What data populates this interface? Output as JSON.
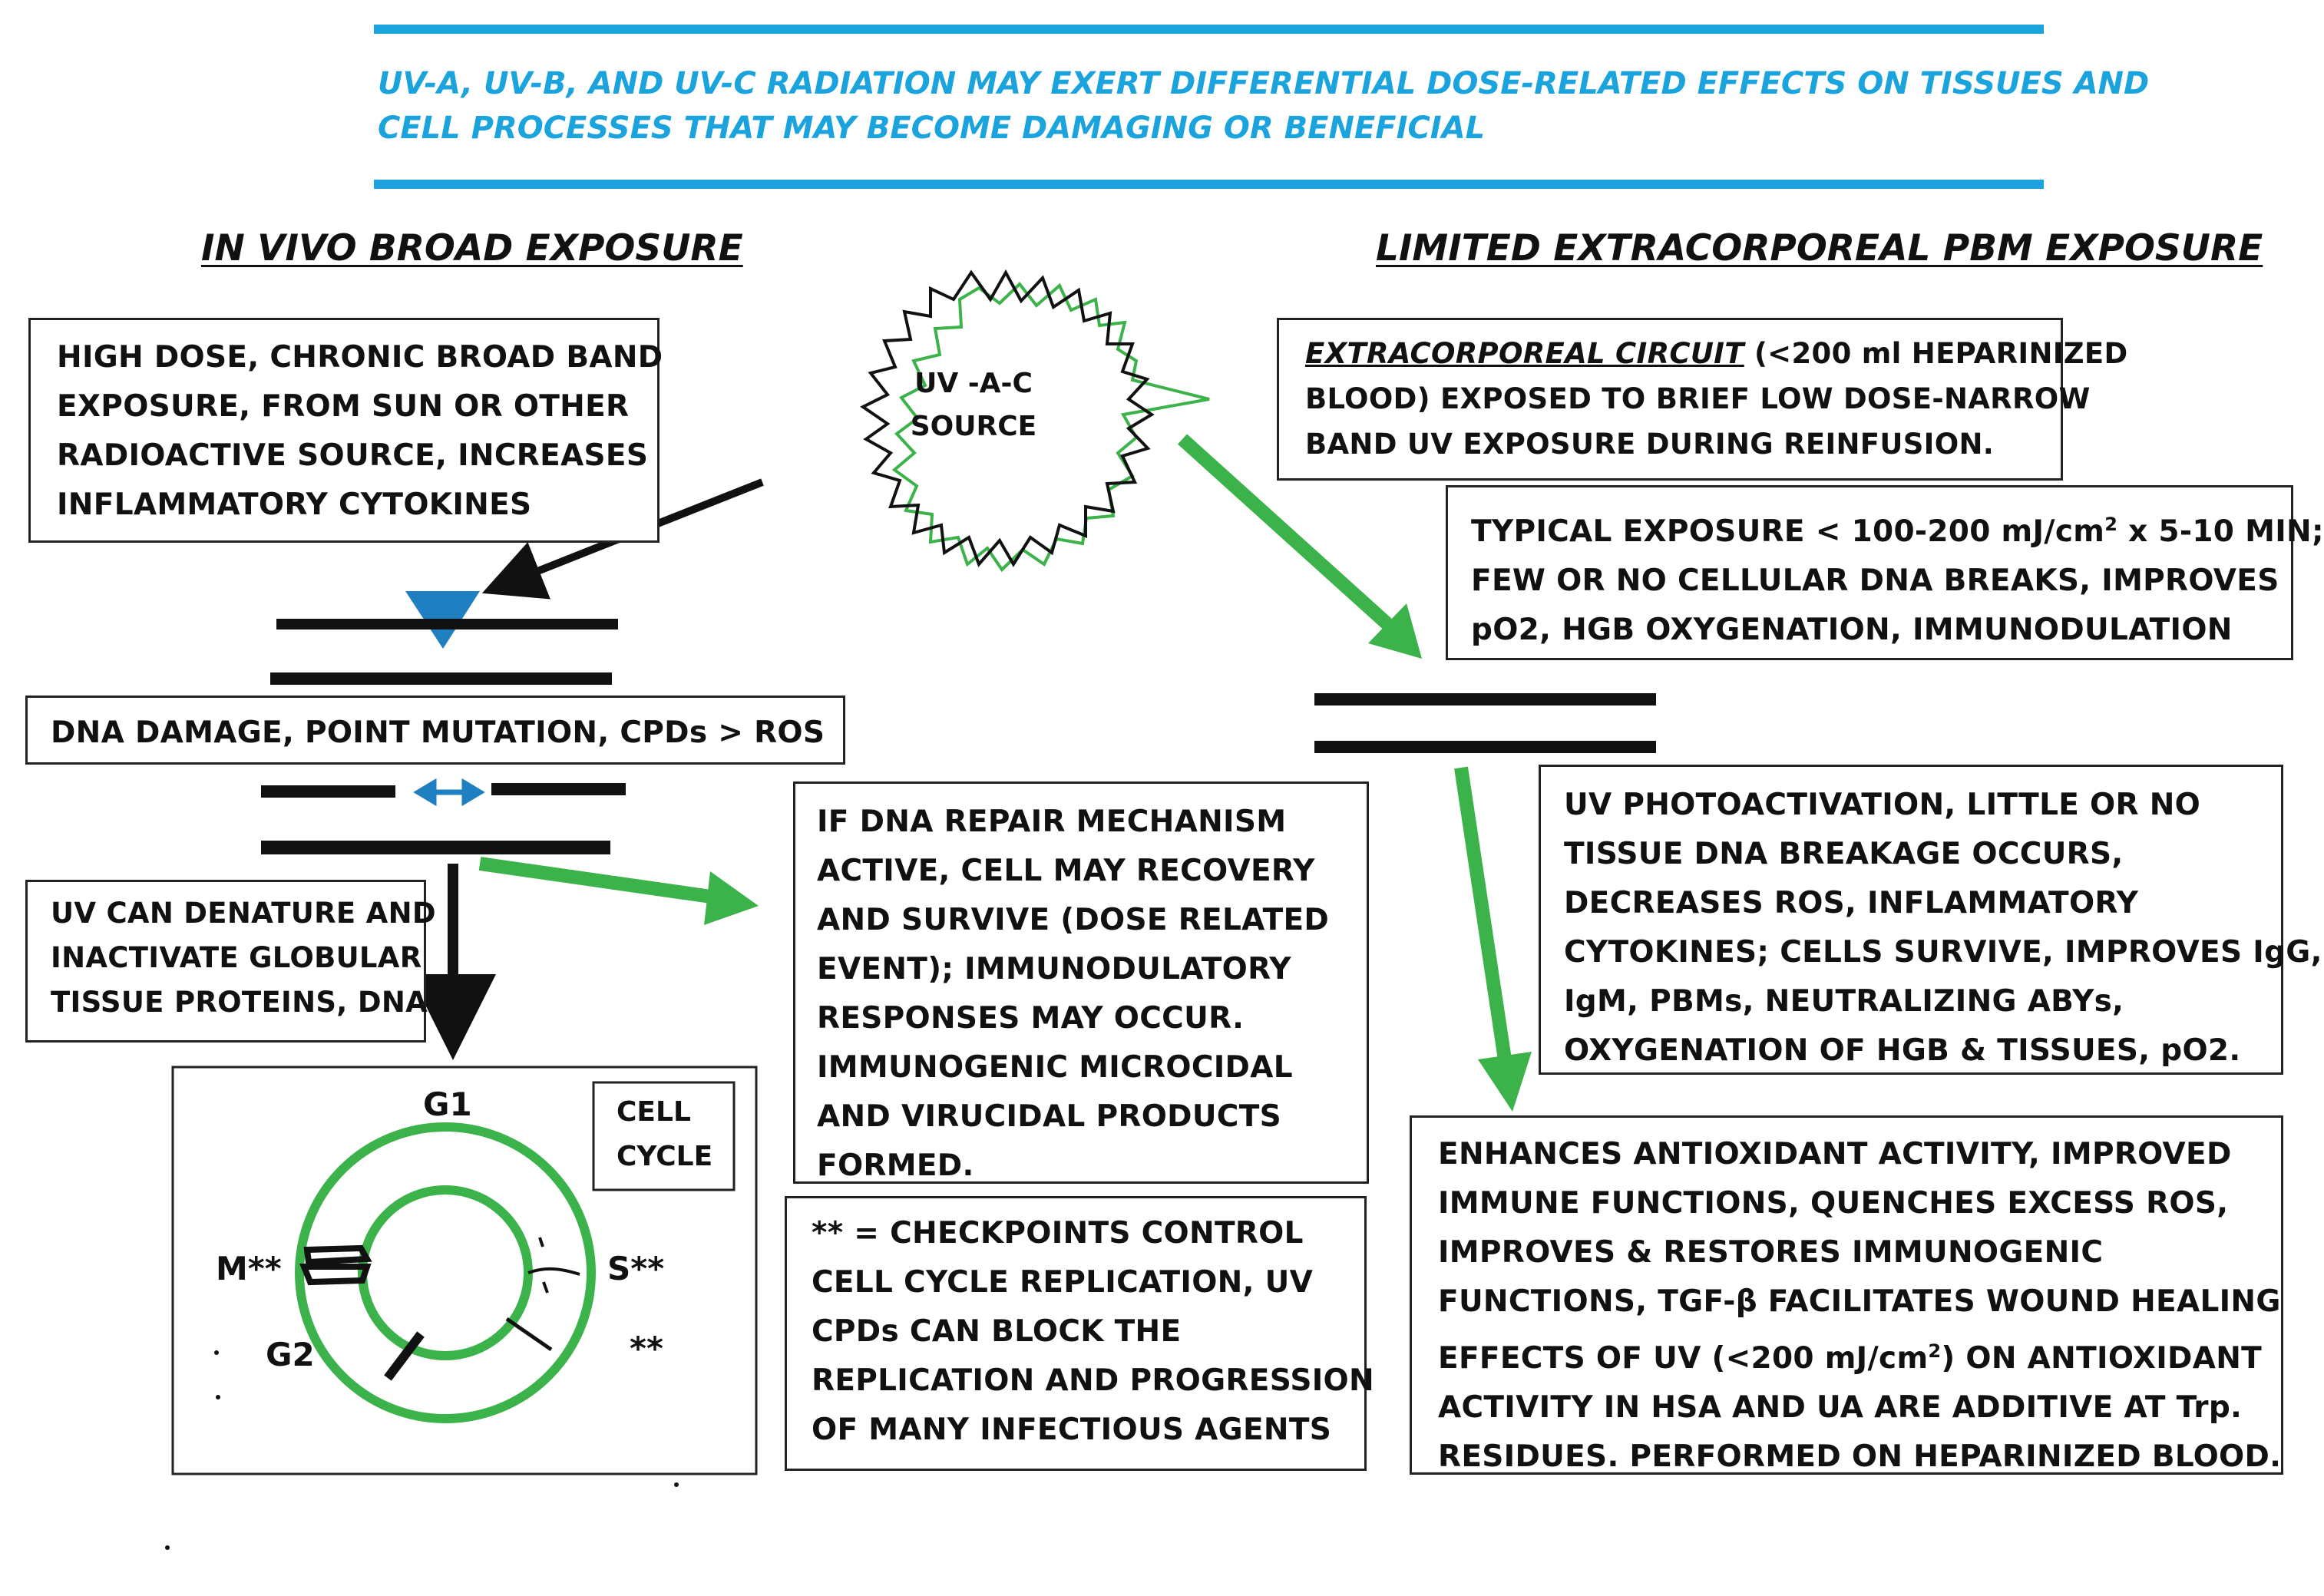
{
  "banner": {
    "line1": "UV-A, UV-B, AND UV-C RADIATION MAY EXERT DIFFERENTIAL DOSE-RELATED EFFECTS ON TISSUES AND",
    "line2": "CELL PROCESSES THAT MAY BECOME DAMAGING OR BENEFICIAL"
  },
  "headings": {
    "left": "IN VIVO BROAD EXPOSURE",
    "right": "LIMITED EXTRACORPOREAL PBM EXPOSURE"
  },
  "source": {
    "line1": "UV -A-C",
    "line2": "SOURCE"
  },
  "left": {
    "high_dose": [
      "HIGH DOSE, CHRONIC BROAD BAND",
      "EXPOSURE, FROM SUN OR OTHER",
      "RADIOACTIVE SOURCE, INCREASES",
      "INFLAMMATORY CYTOKINES"
    ],
    "dna_damage": "DNA DAMAGE, POINT MUTATION, CPDs > ROS",
    "denature": [
      "UV CAN DENATURE AND",
      "INACTIVATE GLOBULAR",
      "TISSUE PROTEINS, DNA"
    ]
  },
  "cell_cycle": {
    "title_line1": "CELL",
    "title_line2": "CYCLE",
    "g1": "G1",
    "g2": "G2",
    "m": "M**",
    "s": "S**",
    "checkpoint": "**"
  },
  "middle": {
    "repair": [
      "IF DNA REPAIR MECHANISM",
      "ACTIVE, CELL MAY RECOVERY",
      "AND SURVIVE (DOSE RELATED",
      "EVENT); IMMUNODULATORY",
      "RESPONSES MAY OCCUR.",
      "IMMUNOGENIC MICROCIDAL",
      "AND VIRUCIDAL PRODUCTS",
      "FORMED."
    ],
    "checkpoints": [
      "** = CHECKPOINTS CONTROL",
      "CELL CYCLE REPLICATION, UV",
      "CPDs CAN BLOCK THE",
      "REPLICATION AND PROGRESSION",
      "OF MANY INFECTIOUS AGENTS"
    ]
  },
  "right": {
    "circuit_italic": "EXTRACORPOREAL CIRCUIT",
    "circuit_line1_rest": " (<200 ml HEPARINIZED",
    "circuit_line2": "BLOOD) EXPOSED TO BRIEF LOW DOSE-NARROW",
    "circuit_line3": "BAND UV EXPOSURE DURING REINFUSION.",
    "typical_line1_a": "TYPICAL EXPOSURE < 100-200 mJ/cm",
    "typical_sup": "2",
    "typical_line1_b": " x  5-10 MIN;",
    "typical_line2": "FEW OR NO CELLULAR DNA BREAKS, IMPROVES",
    "typical_line3": "pO2, HGB OXYGENATION, IMMUNODULATION",
    "photo": [
      "UV PHOTOACTIVATION, LITTLE OR NO",
      "TISSUE DNA BREAKAGE OCCURS,",
      "DECREASES ROS, INFLAMMATORY",
      "CYTOKINES; CELLS SURVIVE, IMPROVES IgG,",
      "IgM, PBMs, NEUTRALIZING ABYs,",
      "OXYGENATION OF HGB & TISSUES, pO2."
    ],
    "enhances_1": "ENHANCES ANTIOXIDANT ACTIVITY, IMPROVED",
    "enhances_2": "IMMUNE FUNCTIONS, QUENCHES EXCESS ROS,",
    "enhances_3": "IMPROVES & RESTORES IMMUNOGENIC",
    "enhances_4": "FUNCTIONS, TGF-β FACILITATES WOUND HEALING",
    "enhances_5a": "EFFECTS OF UV (<200 mJ/cm",
    "enhances_5sup": "2",
    "enhances_5b": ") ON ANTIOXIDANT",
    "enhances_6": "ACTIVITY IN HSA AND UA ARE ADDITIVE AT Trp.",
    "enhances_7": "RESIDUES. PERFORMED ON HEPARINIZED BLOOD."
  },
  "colors": {
    "banner_blue": "#1aa3dc",
    "arrow_green": "#3cb34a",
    "ring_green": "#3cb34a",
    "marker_blue": "#1f7fc0"
  }
}
